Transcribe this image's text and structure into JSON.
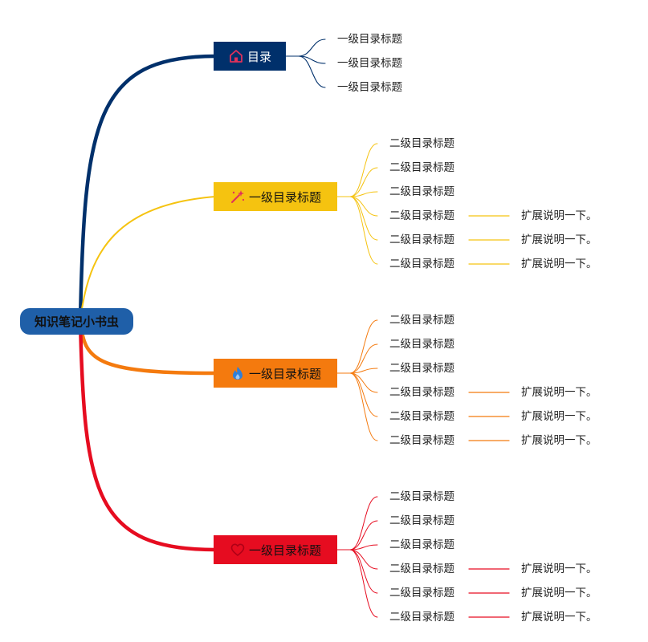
{
  "root": {
    "label": "知识笔记小书虫"
  },
  "branches": [
    {
      "id": "toc",
      "label": "目录",
      "icon": "home-icon",
      "color": "#00306b",
      "text_color": "#ffffff",
      "children": [
        "一级目录标题",
        "一级目录标题",
        "一级目录标题"
      ],
      "extensions": []
    },
    {
      "id": "b1",
      "label": "一级目录标题",
      "icon": "magic-wand-icon",
      "color": "#f5c310",
      "text_color": "#111111",
      "children": [
        "二级目录标题",
        "二级目录标题",
        "二级目录标题",
        "二级目录标题",
        "二级目录标题",
        "二级目录标题"
      ],
      "extensions": [
        "扩展说明一下。",
        "扩展说明一下。",
        "扩展说明一下。"
      ]
    },
    {
      "id": "b2",
      "label": "一级目录标题",
      "icon": "flame-icon",
      "color": "#f47a0e",
      "text_color": "#111111",
      "children": [
        "二级目录标题",
        "二级目录标题",
        "二级目录标题",
        "二级目录标题",
        "二级目录标题",
        "二级目录标题"
      ],
      "extensions": [
        "扩展说明一下。",
        "扩展说明一下。",
        "扩展说明一下。"
      ]
    },
    {
      "id": "b3",
      "label": "一级目录标题",
      "icon": "heart-icon",
      "color": "#e60c20",
      "text_color": "#111111",
      "children": [
        "二级目录标题",
        "二级目录标题",
        "二级目录标题",
        "二级目录标题",
        "二级目录标题",
        "二级目录标题"
      ],
      "extensions": [
        "扩展说明一下。",
        "扩展说明一下。",
        "扩展说明一下。"
      ]
    }
  ]
}
